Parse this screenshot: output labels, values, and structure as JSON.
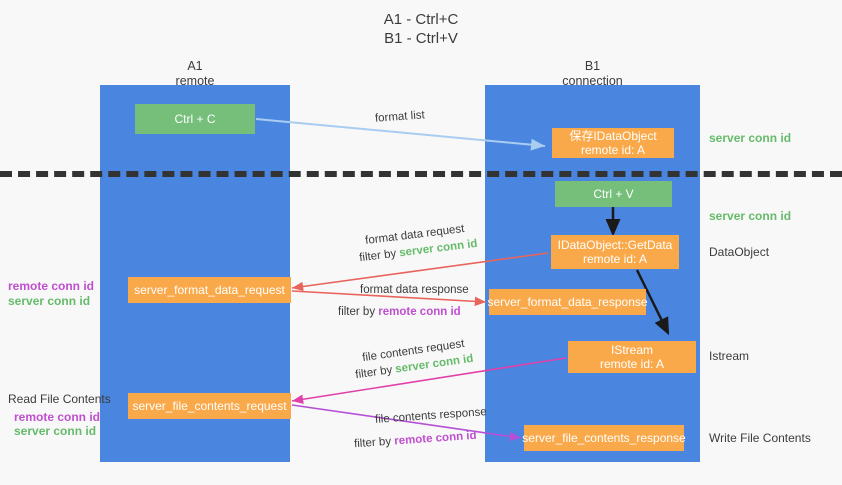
{
  "title": {
    "line1": "A1 - Ctrl+C",
    "line2": "B1 - Ctrl+V"
  },
  "lanes": [
    {
      "id": "a1",
      "name": "A1",
      "subtitle": "remote"
    },
    {
      "id": "b1",
      "name": "B1",
      "subtitle": "connection"
    }
  ],
  "boxes": {
    "ctrl_c": {
      "line1": "Ctrl + C",
      "line2": ""
    },
    "save_idataobject": {
      "line1": "保存IDataObject",
      "line2": "remote id: A"
    },
    "ctrl_v": {
      "line1": "Ctrl + V",
      "line2": ""
    },
    "idataobject_getdata": {
      "line1": "IDataObject::GetData",
      "line2": "remote id: A"
    },
    "server_format_data_request": {
      "line1": "server_format_data_request",
      "line2": ""
    },
    "server_format_data_response": {
      "line1": "server_format_data_response",
      "line2": ""
    },
    "istream": {
      "line1": "IStream",
      "line2": "remote id: A"
    },
    "server_file_contents_request": {
      "line1": "server_file_contents_request",
      "line2": ""
    },
    "server_file_contents_response": {
      "line1": "server_file_contents_response",
      "line2": ""
    }
  },
  "right_labels": {
    "server_conn_id_top": "server conn id",
    "server_conn_id_mid": "server conn id",
    "dataobject": "DataObject",
    "istream": "Istream",
    "write_file_contents": "Write File Contents"
  },
  "left_labels": {
    "remote_conn_id_upper": "remote conn id",
    "server_conn_id_upper": "server conn id",
    "read_file_contents": "Read File Contents",
    "remote_conn_id_lower": "remote conn id",
    "server_conn_id_lower": "server conn id"
  },
  "edge_labels": {
    "format_list": "format list",
    "format_data_request": "format data request",
    "format_data_request_filter_prefix": "filter by ",
    "format_data_request_filter_value": "server conn id",
    "format_data_response": "format data response",
    "format_data_response_filter_prefix": "filter by ",
    "format_data_response_filter_value": "remote conn id",
    "file_contents_request": "file contents request",
    "file_contents_request_filter_prefix": "filter by ",
    "file_contents_request_filter_value": "server conn id",
    "file_contents_response": "file contents response",
    "file_contents_response_filter_prefix": "filter by ",
    "file_contents_response_filter_value": "remote conn id"
  },
  "colors": {
    "lane": "#4a86e0",
    "box_orange": "#f9a94a",
    "box_green": "#76bf7b",
    "arrow_light_blue": "#a8cdf0",
    "arrow_red": "#e8645c",
    "arrow_magenta": "#e040a8",
    "arrow_purple": "#b44fd6",
    "arrow_black": "#1a1a1a",
    "green_text": "#66bb6a",
    "purple_text": "#c04fd0",
    "dashed": "#333333"
  }
}
